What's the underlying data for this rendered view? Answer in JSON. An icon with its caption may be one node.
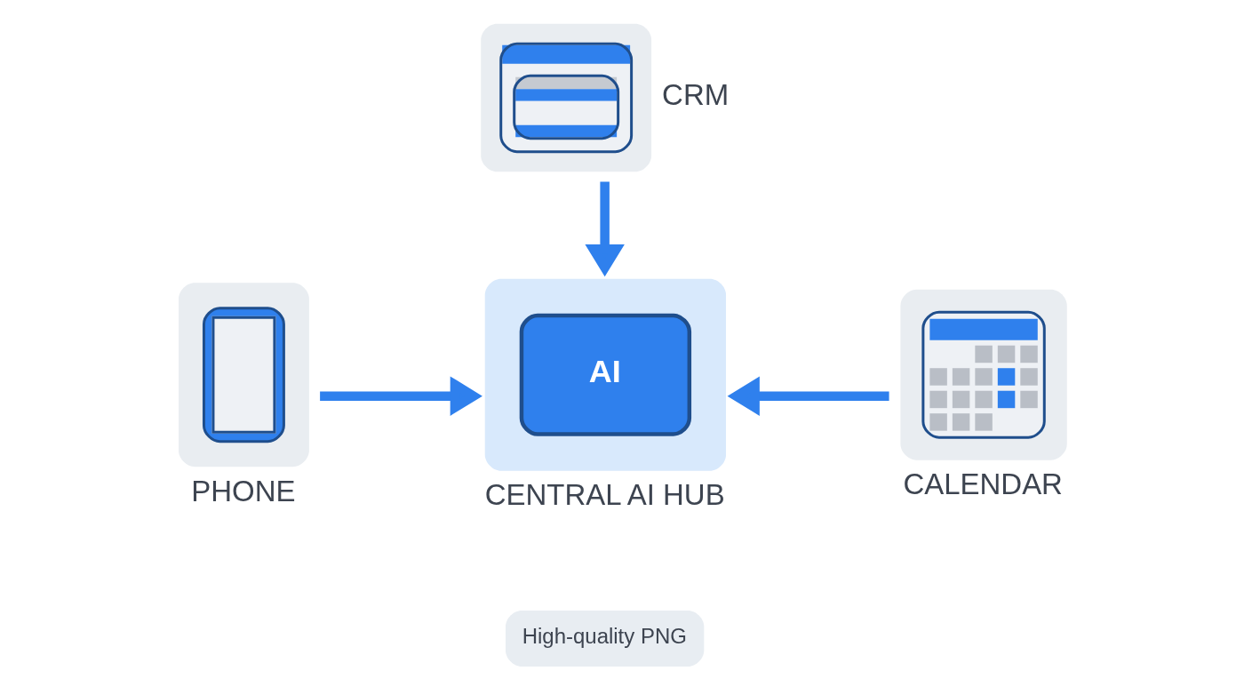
{
  "diagram": {
    "nodes": [
      {
        "text": [
          "CRM"
        ]
      },
      {
        "text": [
          "PHONE"
        ]
      },
      {
        "text": [
          "AI",
          "CENTRAL AI HUB"
        ]
      },
      {
        "text": [
          "CALENDAR"
        ]
      }
    ],
    "edges": [
      {
        "from": 0,
        "to": 2,
        "arrow": "to"
      },
      {
        "from": 1,
        "to": 2,
        "arrow": "to"
      },
      {
        "from": 3,
        "to": 2,
        "arrow": "to"
      }
    ],
    "labels": [
      "High-quality PNG"
    ]
  }
}
